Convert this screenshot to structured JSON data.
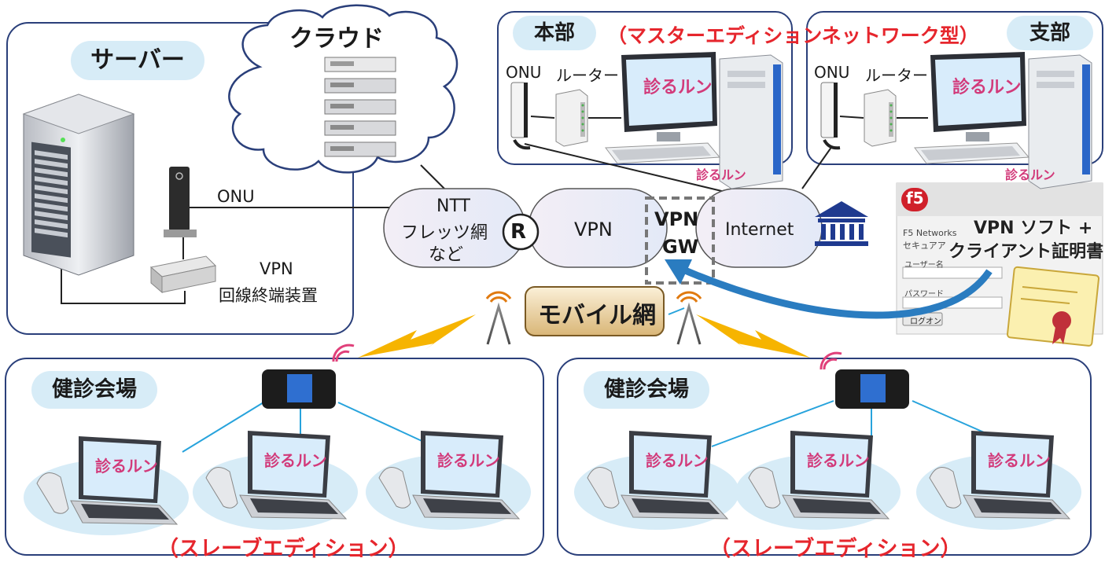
{
  "server_panel": {
    "label": "サーバー",
    "onu_label": "ONU",
    "vpn_device_label_1": "VPN",
    "vpn_device_label_2": "回線終端装置"
  },
  "cloud": {
    "label": "クラウド"
  },
  "honbu_panel": {
    "label": "本部",
    "onu_label": "ONU",
    "router_label": "ルーター"
  },
  "shibu_panel": {
    "label": "支部",
    "onu_label": "ONU",
    "router_label": "ルーター"
  },
  "edition_label": "（マスターエディションネットワーク型）",
  "network": {
    "ntt_line1": "NTT",
    "ntt_line2": "フレッツ網",
    "ntt_line3": "など",
    "router_symbol": "R",
    "vpn": "VPN",
    "vpn_gw_1": "VPN",
    "vpn_gw_2": "GW",
    "internet": "Internet",
    "mobile": "モバイル網"
  },
  "login_window": {
    "logo": "f5",
    "company": "F5 Networks",
    "subtitle": "セキュアア",
    "username_label": "ユーザー名",
    "password_label": "パスワード",
    "login_button": "ログオン"
  },
  "vpn_note": {
    "line1": "VPN ソフト +",
    "line2": "クライアント証明書"
  },
  "venue_left": {
    "label": "健診会場",
    "caption": "（スレーブエディション）"
  },
  "venue_right": {
    "label": "健診会場",
    "caption": "（スレーブエディション）"
  },
  "app_logo_text": "診るルン",
  "colors": {
    "panel_border": "#2a3f7a",
    "label_pill": "#d7ecf7",
    "accent_red": "#e6262d",
    "line_blue": "#27a3dc",
    "arrow_blue": "#2a7cc0",
    "lightning": "#f6b400"
  }
}
